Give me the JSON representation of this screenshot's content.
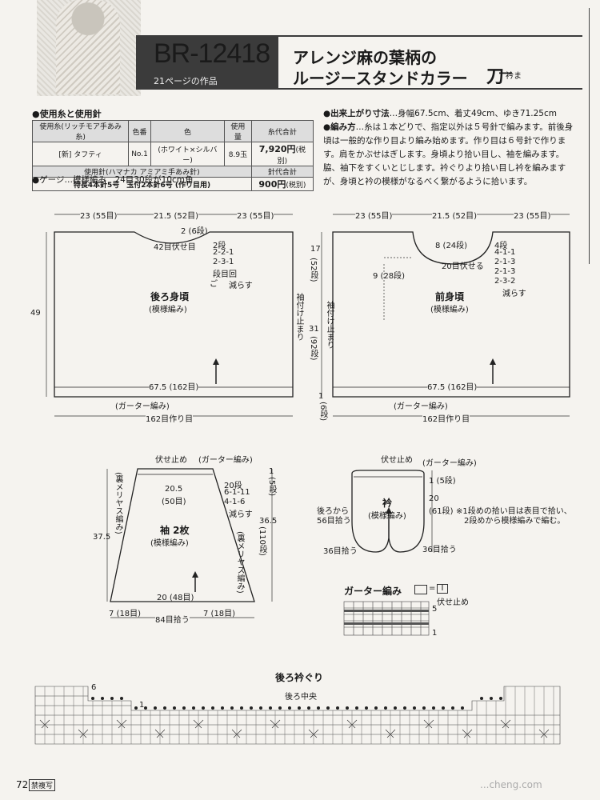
{
  "header": {
    "code": "BR-12418",
    "page_ref": "21ページの作品",
    "title_line1": "アレンジ麻の葉柄の",
    "title_line2": "ルージースタンドカラー",
    "title_mark": "刀",
    "title_small": "衿ま",
    "title_dash": "ー"
  },
  "materials": {
    "heading": "●使用糸と使用針",
    "col_yarn": "使用糸(リッチモア手あみ糸)",
    "col_color_no": "色番",
    "col_color": "色",
    "col_amount": "使用量",
    "col_price": "糸代合計",
    "yarn": "[新] タフティ",
    "color_no": "No.1",
    "color": "(ホワイト×シルバー)",
    "amount": "8.9玉",
    "price": "7,920円",
    "price_tax": "(税別)",
    "needle_heading": "使用針(ハマナカ アミアミ手あみ針)",
    "needle_price_heading": "針代合計",
    "needles": "特長4本針5号　玉付2本針6号 (作り目用)",
    "needle_price": "900円",
    "needle_tax": "(税別)",
    "gauge": "●ゲージ…模様編み　24目30段が10cm角"
  },
  "specs": {
    "finished_label": "●出来上がり寸法",
    "finished": "…身幅67.5cm、着丈49cm、ゆき71.25cm",
    "method_label": "●編み方",
    "method": "…糸は１本どりで、指定以外は５号針で編みます。前後身頃は一般的な作り目より編み始めます。作り目は６号針で作ります。肩をかぶせはぎします。身頃より拾い目し、袖を編みます。脇、袖下をすくいとじします。衿ぐりより拾い目し衿を編みますが、身頃と衿の模様がなるべく繋がるように拾います。"
  },
  "back_body": {
    "w_left": "23 (55目)",
    "w_mid": "21.5 (52目)",
    "w_right": "23 (55目)",
    "neck_dec": "2 (6段)",
    "bind_off": "42目伏せ目",
    "dec1": "2段",
    "dec2": "2-2-1",
    "dec3": "2-3-1",
    "dec4": "段目回",
    "dec5": "ご",
    "dec6": "減らす",
    "name": "後ろ身頃",
    "pattern": "(模様編み)",
    "height": "49",
    "width": "67.5 (162目)",
    "band": "(ガーター編み)",
    "cast_on": "162目作り目"
  },
  "front_body": {
    "w_left": "23 (55目)",
    "w_mid": "21.5 (52目)",
    "w_right": "23 (55目)",
    "h_top": "17",
    "h_top_rows": "(52段)",
    "neck_depth": "8 (24段)",
    "neck_side": "9 (28段)",
    "center_bind": "20目伏せる",
    "dec1": "4段",
    "dec2": "4-1-1",
    "dec3": "2-1-3",
    "dec4": "2-1-3",
    "dec5": "2-3-2",
    "dec6": "減らす",
    "name": "前身頃",
    "pattern": "(模様編み)",
    "sleeve_mark": "袖付け止まり",
    "sleeve_mark2": "袖付け止まり",
    "h_mid": "31",
    "h_mid_rows": "(92段)",
    "h_band": "1",
    "h_band_rows": "(6段)",
    "width": "67.5 (162目)",
    "band": "(ガーター編み)",
    "cast_on": "162目作り目"
  },
  "sleeve": {
    "bind_off": "伏せ止め",
    "top_band": "(ガーター編み)",
    "top_h": "1",
    "top_h_rows": "(5段)",
    "left_label": "(裏メリヤス編み)",
    "right_label": "(裏メリヤス編み)",
    "top_w": "20.5",
    "top_w_st": "(50目)",
    "inc1": "20段",
    "inc2": "6-1-11",
    "inc3": "4-1-6",
    "inc4": "減らす",
    "name": "袖 2枚",
    "pattern": "(模様編み)",
    "height": "37.5",
    "h2": "36.5",
    "h2_rows": "(110段)",
    "bottom_w": "20 (48目)",
    "left_w": "7 (18目)",
    "right_w": "7 (18目)",
    "pickup": "84目拾う"
  },
  "collar": {
    "bind_off": "伏せ止め",
    "band": "(ガーター編み)",
    "h1": "1 (5段)",
    "h2": "20",
    "h2_rows": "(61段)",
    "name": "衿",
    "pattern": "(模様編み)",
    "pick_back": "後ろから",
    "pick_back2": "56目拾う",
    "note1": "※1段めの拾い目は表目で拾い、",
    "note2": "2段めから模様編みで編む。",
    "pick_left": "36目拾う",
    "pick_right": "36目拾う"
  },
  "garter": {
    "title": "ガーター編み",
    "legend_eq": "=",
    "legend_sym": "I",
    "bind": "伏せ止め",
    "row5": "5",
    "row1": "1"
  },
  "back_neck": {
    "title": "後ろ衿ぐり",
    "center": "後ろ中央",
    "row6": "6",
    "row1": "1"
  },
  "footer": {
    "page": "72",
    "label": "禁複写",
    "watermark": "...cheng.com"
  }
}
